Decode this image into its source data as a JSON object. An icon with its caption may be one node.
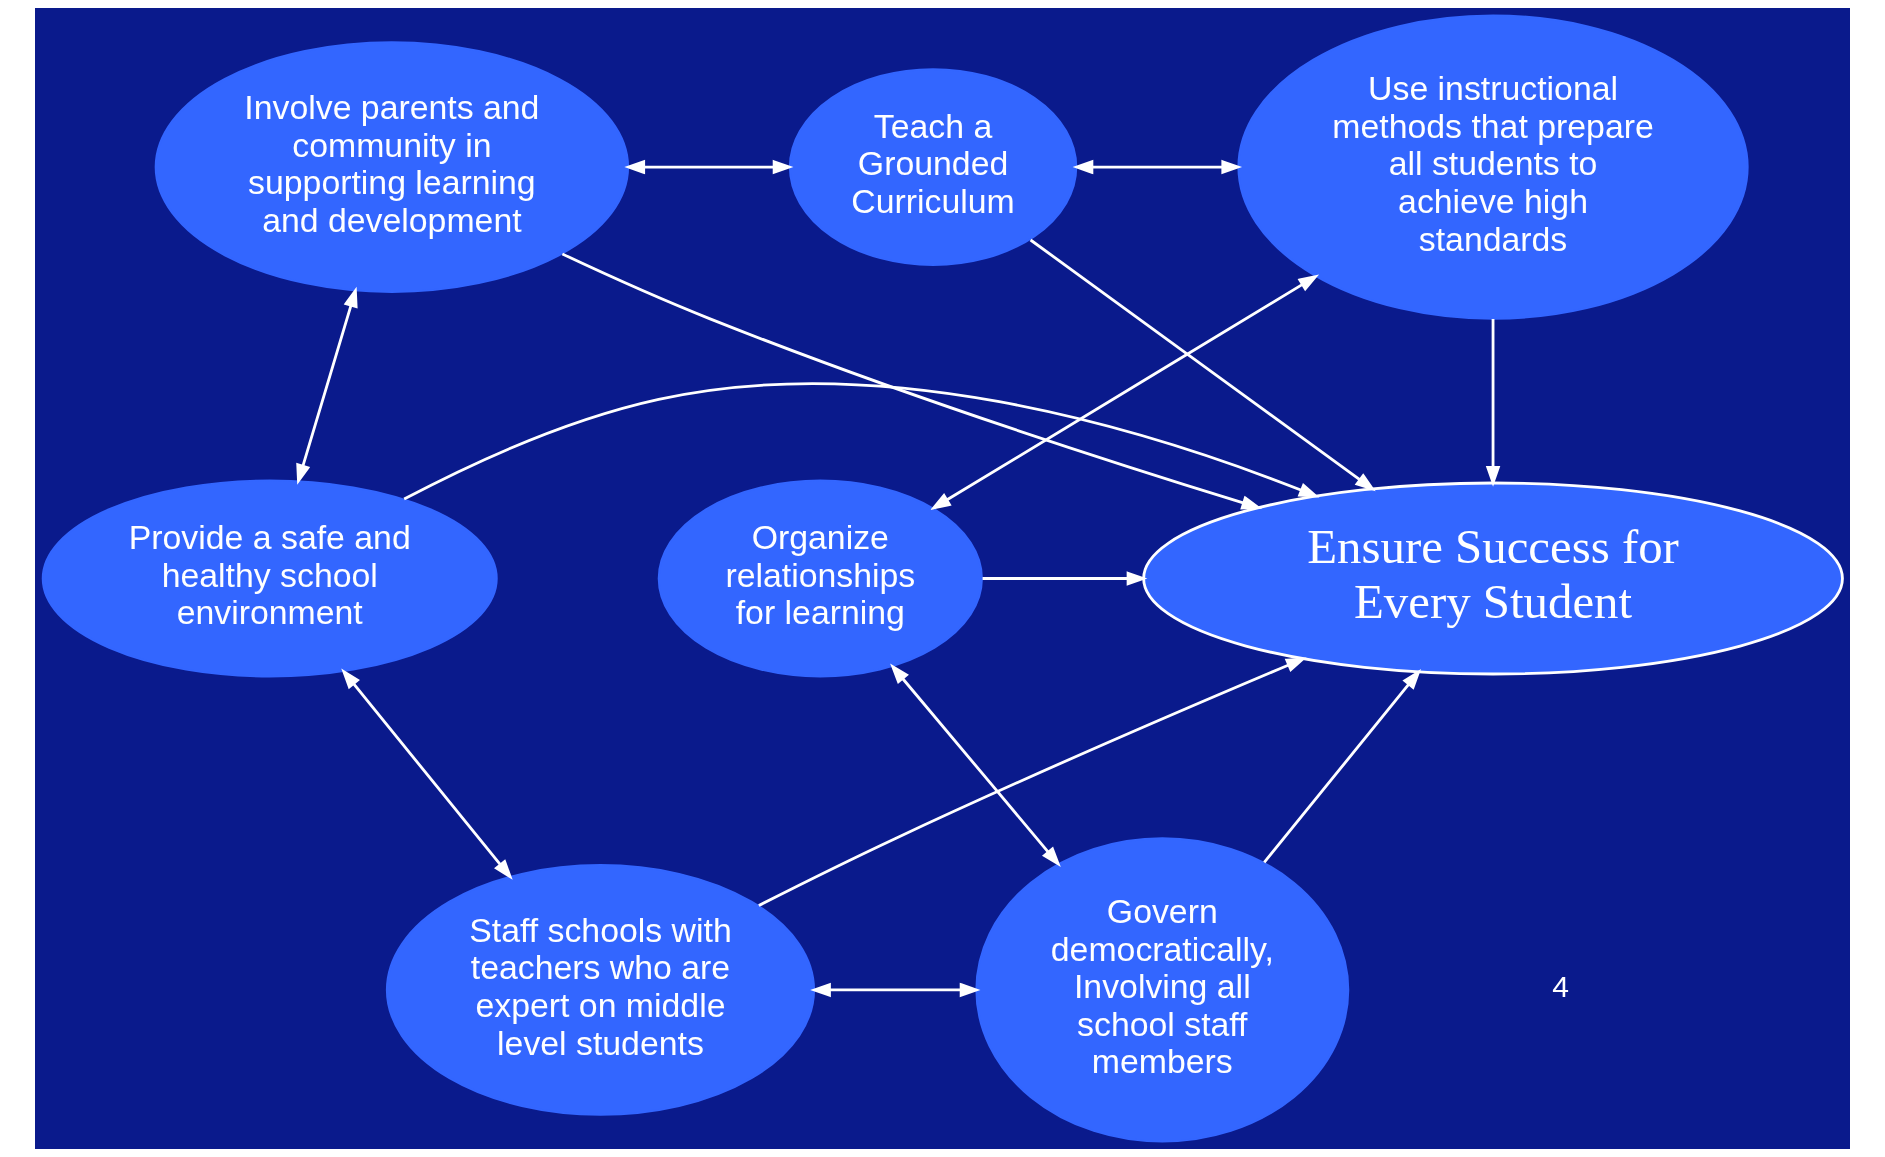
{
  "diagram": {
    "nodes": [
      {
        "text": [
          "Involve parents and community in supporting learning and development"
        ]
      },
      {
        "text": [
          "Teach a Grounded Curriculum"
        ]
      },
      {
        "text": [
          "Use instructional methods that prepare all students to achieve high standards"
        ]
      },
      {
        "text": [
          "Provide a safe and healthy school environment"
        ]
      },
      {
        "text": [
          "Ensure Success for Every Student"
        ]
      },
      {
        "text": [
          "Organize relationships for learning"
        ]
      },
      {
        "text": [
          "Staff schools with teachers who are expert on middle level students"
        ]
      },
      {
        "text": [
          "Govern democratically, Involving all school staff members"
        ]
      }
    ],
    "edges": [
      {
        "from": 0,
        "to": 1,
        "arrow": "both"
      },
      {
        "from": 1,
        "to": 2,
        "arrow": "both"
      },
      {
        "from": 0,
        "to": 4,
        "arrow": "to"
      },
      {
        "from": 1,
        "to": 4,
        "arrow": "to"
      },
      {
        "from": 2,
        "to": 4,
        "arrow": "to"
      },
      {
        "from": 0,
        "to": 3,
        "arrow": "both"
      },
      {
        "from": 2,
        "to": 5,
        "arrow": "both"
      },
      {
        "from": 3,
        "to": 4,
        "arrow": "to"
      },
      {
        "from": 5,
        "to": 4,
        "arrow": "to"
      },
      {
        "from": 3,
        "to": 6,
        "arrow": "both"
      },
      {
        "from": 5,
        "to": 7,
        "arrow": "both"
      },
      {
        "from": 6,
        "to": 4,
        "arrow": "to"
      },
      {
        "from": 7,
        "to": 4,
        "arrow": "to"
      },
      {
        "from": 6,
        "to": 7,
        "arrow": "both"
      }
    ],
    "labels": [
      "4"
    ]
  }
}
